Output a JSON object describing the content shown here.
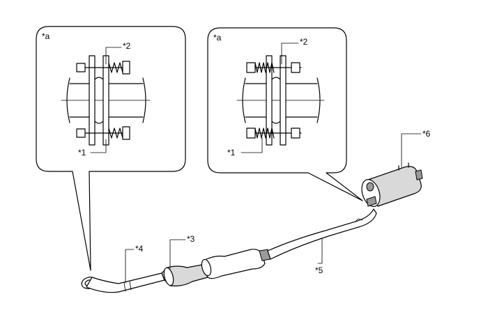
{
  "callouts": {
    "left_detail_label": "*a",
    "right_detail_label": "*a",
    "left_spring": "*2",
    "left_bolt": "*1",
    "right_spring": "*2",
    "right_bolt": "*1",
    "front_pipe": "*4",
    "converter": "*3",
    "center_pipe": "*5",
    "tail_muffler": "*6"
  }
}
